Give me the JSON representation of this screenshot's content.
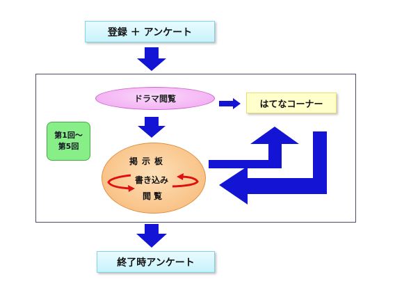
{
  "flow": {
    "register": "登録 ＋ アンケート",
    "end_survey": "終了時アンケート"
  },
  "main": {
    "drama_view": "ドラマ閲覧",
    "hatena_corner": "はてなコーナー",
    "rounds_line1": "第1回～",
    "rounds_line2": "第5回",
    "board": {
      "title": "掲示板",
      "write": "書き込み",
      "view": "閲覧"
    }
  },
  "colors": {
    "arrow_blue": "#1414d4",
    "cycle_red": "#e01010",
    "drama_pink": "#f0a4f0",
    "board_orange": "#f7b673",
    "round_green": "#88ee88",
    "hatena_yellow": "#ffffcc",
    "flow_cyan": "#c8f2fb"
  }
}
